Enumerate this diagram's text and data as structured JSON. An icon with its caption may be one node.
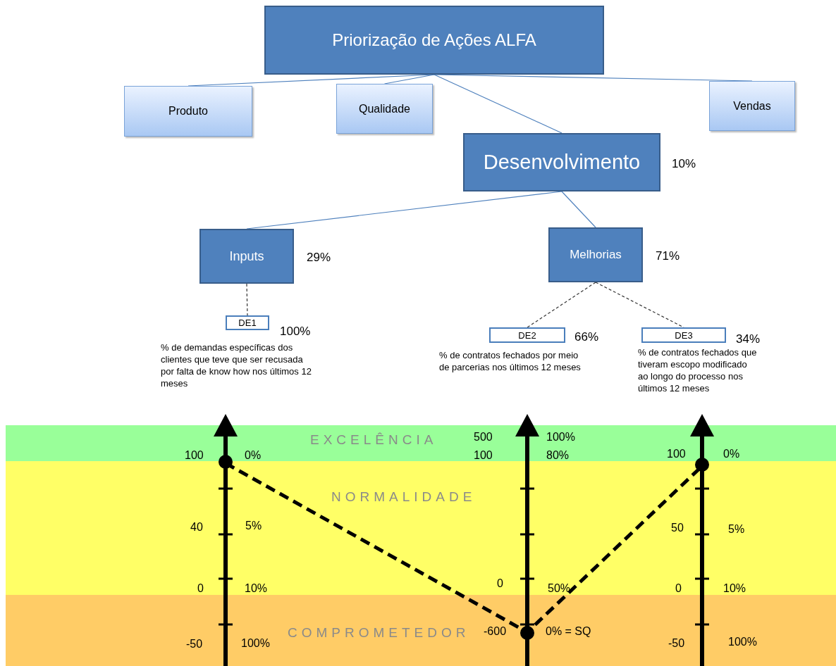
{
  "diagram": {
    "nodes": [
      {
        "text": [
          "Priorização de Ações ALFA"
        ]
      },
      {
        "text": [
          "Produto"
        ]
      },
      {
        "text": [
          "Qualidade"
        ]
      },
      {
        "text": [
          "Vendas"
        ]
      },
      {
        "text": [
          "Desenvolvimento"
        ],
        "beside": [
          "10%"
        ]
      },
      {
        "text": [
          "Inputs"
        ],
        "beside": [
          "29%"
        ]
      },
      {
        "text": [
          "Melhorias"
        ],
        "beside": [
          "71%"
        ]
      },
      {
        "text": [
          "DE1"
        ],
        "beside": [
          "100%",
          "% de demandas específicas dos clientes que teve que ser recusada por falta de know how nos últimos 12 meses"
        ]
      },
      {
        "text": [
          "DE2"
        ],
        "beside": [
          "66%",
          "% de contratos fechados por meio de parcerias nos últimos 12 meses"
        ]
      },
      {
        "text": [
          "DE3"
        ],
        "beside": [
          "34%",
          "% de contratos fechados que tiveram escopo modificado ao longo do processo nos últimos 12 meses"
        ]
      }
    ],
    "edges": [
      {
        "from": 0,
        "to": 1,
        "arrow": "none"
      },
      {
        "from": 0,
        "to": 2,
        "arrow": "none"
      },
      {
        "from": 0,
        "to": 3,
        "arrow": "none"
      },
      {
        "from": 0,
        "to": 4,
        "arrow": "none"
      },
      {
        "from": 4,
        "to": 5,
        "arrow": "none"
      },
      {
        "from": 4,
        "to": 6,
        "arrow": "none"
      },
      {
        "from": 5,
        "to": 7,
        "arrow": "none",
        "style": "dashed",
        "color": "#333333"
      },
      {
        "from": 6,
        "to": 8,
        "arrow": "none",
        "style": "dashed",
        "color": "#333333"
      },
      {
        "from": 6,
        "to": 9,
        "arrow": "none",
        "style": "dashed",
        "color": "#333333"
      }
    ],
    "labels": [
      "EXCELÊNCIA",
      "500",
      "100%",
      "100",
      "0%",
      "100",
      "80%",
      "100",
      "0%",
      "NORMALIDADE",
      "40",
      "5%",
      "50",
      "5%",
      "0",
      "10%",
      "0",
      "50%",
      "0",
      "10%",
      "COMPROMETEDOR",
      "-600",
      "0% = SQ",
      "-50",
      "100%",
      "-50",
      "100%"
    ]
  }
}
